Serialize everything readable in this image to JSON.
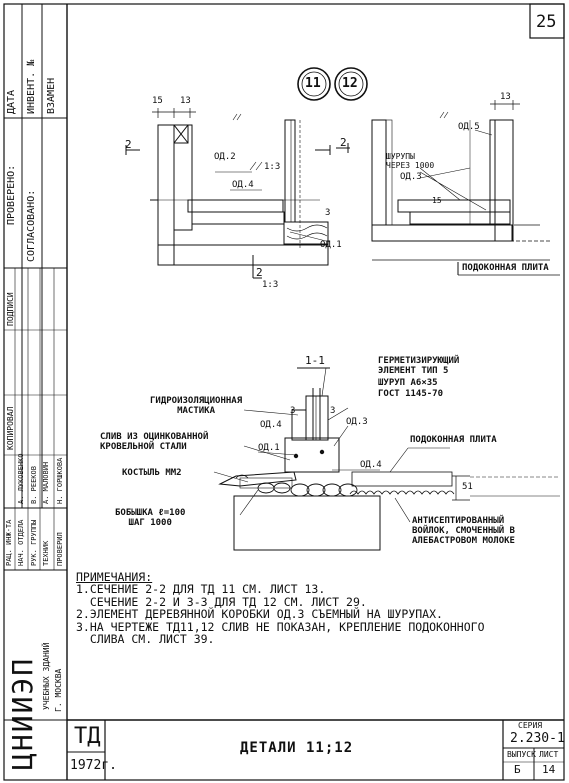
{
  "sheet_number": "25",
  "callouts": [
    "11",
    "12"
  ],
  "section_labels": {
    "left_top": "2",
    "left_bottom": "2",
    "right_top": "2",
    "left_scale": "1:3",
    "mid_scale": "1:3",
    "detail_title": "1-1"
  },
  "top_dims": {
    "left_a": "15",
    "left_b": "13",
    "right_a": "13"
  },
  "left_section_labels": {
    "od2": "ОД.2",
    "od4": "ОД.4",
    "od1": "ОД.1",
    "three": "3"
  },
  "right_section_labels": {
    "od5": "ОД.5",
    "screws": "ШУРУПЫ\nЧЕРЕЗ 1000",
    "od3": "ОД.3",
    "fifteen": "15"
  },
  "podokon_label_top": "ПОДОКОННАЯ ПЛИТА",
  "detail_labels": {
    "sealant": "ГЕРМЕТИЗИРУЮЩИЙ\nЭЛЕМЕНТ ТИП 5",
    "screw": "ШУРУП А6×35",
    "gost": "ГОСТ 1145-70",
    "mastic": "ГИДРОИЗОЛЯЦИОННАЯ\nМАСТИКА",
    "drip": "СЛИВ ИЗ ОЦИНКОВАННОЙ\nКРОВЕЛЬНОЙ СТАЛИ",
    "od4": "ОД.4",
    "od1": "ОД.1",
    "od3": "ОД.3",
    "podokon": "ПОДОКОННАЯ ПЛИТА",
    "crutch": "КОСТЫЛЬ ММ2",
    "od4b": "ОД.4",
    "dim_3a": "3",
    "dim_3b": "3",
    "bobyshka": "БОБЫШКА ℓ=100\nШАГ 1000",
    "antiseptic": "АНТИСЕПТИРОВАННЫЙ\nВОЙЛОК, СМОЧЕННЫЙ В\nАЛЕБАСТРОВОМ МОЛОКЕ",
    "dim_51": "51"
  },
  "notes": {
    "title": "ПРИМЕЧАНИЯ:",
    "lines": [
      "1.СЕЧЕНИЕ 2-2 ДЛЯ ТД 11 СМ. ЛИСТ 13.",
      "  СЕЧЕНИЕ 2-2 И 3-3 ДЛЯ ТД 12 СМ. ЛИСТ 29.",
      "2.ЭЛЕМЕНТ ДЕРЕВЯННОЙ КОРОБКИ ОД.3 СЪЕМНЫЙ НА ШУРУПАХ.",
      "3.НА ЧЕРТЕЖЕ ТД11,12 СЛИВ НЕ ПОКАЗАН, КРЕПЛЕНИЕ ПОДОКОННОГО",
      "  СЛИВА СМ. ЛИСТ 39."
    ]
  },
  "left_strip": {
    "data": "ДАТА",
    "inv": "ИНВЕНТ. №",
    "vzamen": "ВЗАМЕН",
    "checked": "ПРОВЕРЕНО:",
    "approved": "СОГЛАСОВАНО:",
    "copied": "КОПИРОВАЛ",
    "signatures": "ПОДПИСИ",
    "org": "ЦНИИЭП",
    "org_sub": "УЧЕБНЫХ ЗДАНИЙ",
    "city": "Г. МОСКВА",
    "roles": [
      "РАЦ. ИНЖ-ТА",
      "НАЧ. ОТДЕЛА",
      "РУК. ГРУППЫ",
      "ТЕХНИК",
      "ПРОВЕРИЛ"
    ],
    "names": [
      "А. ЛУКОВЕНКО",
      "В. РЕЕКОВ",
      "А. МАЛОВИН",
      "Н. ГОРШКОВА"
    ]
  },
  "title_block": {
    "code": "ТД",
    "year": "1972г.",
    "title": "ДЕТАЛИ 11;12",
    "series_label": "СЕРИЯ",
    "series": "2.230-1",
    "issue_label": "ВЫПУСК",
    "issue": "Б",
    "sheet_label": "ЛИСТ",
    "sheet": "14"
  }
}
